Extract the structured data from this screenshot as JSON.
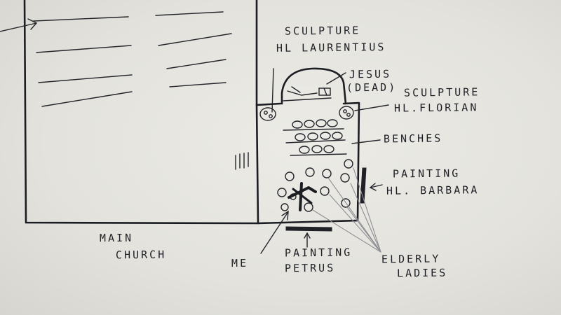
{
  "labels": {
    "sculpture_laurentius_1": "SCULPTURE",
    "sculpture_laurentius_2": "HL LAURENTIUS",
    "jesus_1": "JESUS",
    "jesus_2": "(DEAD)",
    "sculpture_florian_1": "SCULPTURE",
    "sculpture_florian_2": "HL.FLORIAN",
    "benches": "BENCHES",
    "painting_barbara_1": "PAINTING",
    "painting_barbara_2": "HL. BARBARA",
    "main_church_1": "MAIN",
    "main_church_2": "CHURCH",
    "me": "ME",
    "painting_petrus_1": "PAINTING",
    "painting_petrus_2": "PETRUS",
    "elderly_ladies_1": "ELDERLY",
    "elderly_ladies_2": "LADIES"
  },
  "colors": {
    "ink": "#1c1d22",
    "paper": "#e6e5e0",
    "pencil": "#8d8e94"
  }
}
